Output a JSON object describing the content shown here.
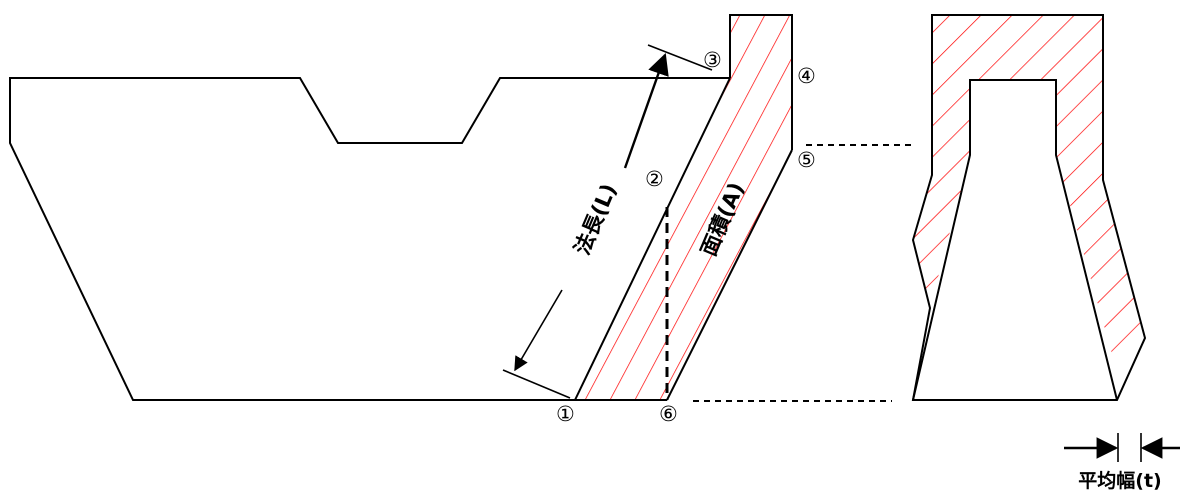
{
  "labels": {
    "p1": "①",
    "p2": "②",
    "p3": "③",
    "p4": "④",
    "p5": "⑤",
    "p6": "⑥",
    "slope_length": "法長(L)",
    "area": "面積(A)",
    "average_width": "平均幅(t)"
  },
  "colors": {
    "outline": "#000000",
    "hatch": "#ff0000",
    "background": "#ffffff"
  }
}
